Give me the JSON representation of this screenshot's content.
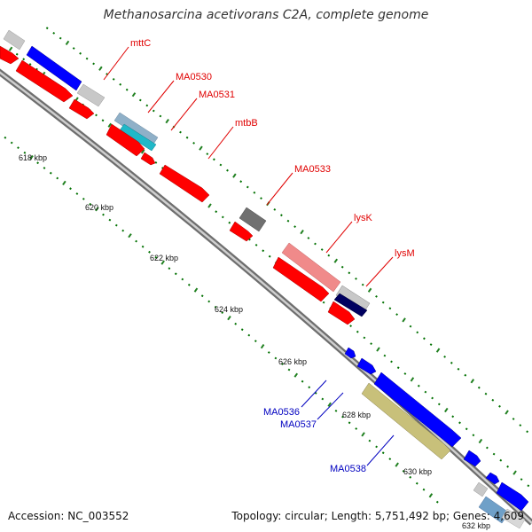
{
  "title": "Methanosarcina acetivorans C2A, complete genome",
  "footer": {
    "accession_label": "Accession:",
    "accession_value": "NC_003552",
    "topology_label": "Topology:",
    "topology_value": "circular",
    "length_label": "Length:",
    "length_value": "5,751,492 bp",
    "genes_label": "Genes:",
    "genes_value": "4,609"
  },
  "ruler": {
    "ticks": [
      "618 kbp",
      "620 kbp",
      "622 kbp",
      "624 kbp",
      "626 kbp",
      "628 kbp",
      "630 kbp",
      "632 kbp"
    ]
  },
  "gene_labels": [
    {
      "name": "mttC",
      "color": "#e00000"
    },
    {
      "name": "MA0530",
      "color": "#e00000"
    },
    {
      "name": "MA0531",
      "color": "#e00000"
    },
    {
      "name": "mtbB",
      "color": "#e00000"
    },
    {
      "name": "MA0533",
      "color": "#e00000"
    },
    {
      "name": "lysK",
      "color": "#e00000"
    },
    {
      "name": "lysM",
      "color": "#e00000"
    },
    {
      "name": "MA0536",
      "color": "#0000c0"
    },
    {
      "name": "MA0537",
      "color": "#0000c0"
    },
    {
      "name": "MA0538",
      "color": "#0000c0"
    }
  ],
  "colors": {
    "backbone": "#8c8c8c",
    "red_gene": "#ff0000",
    "blue_gene": "#0000ff",
    "dot_green": "#007000",
    "tick_green": "#208020"
  }
}
